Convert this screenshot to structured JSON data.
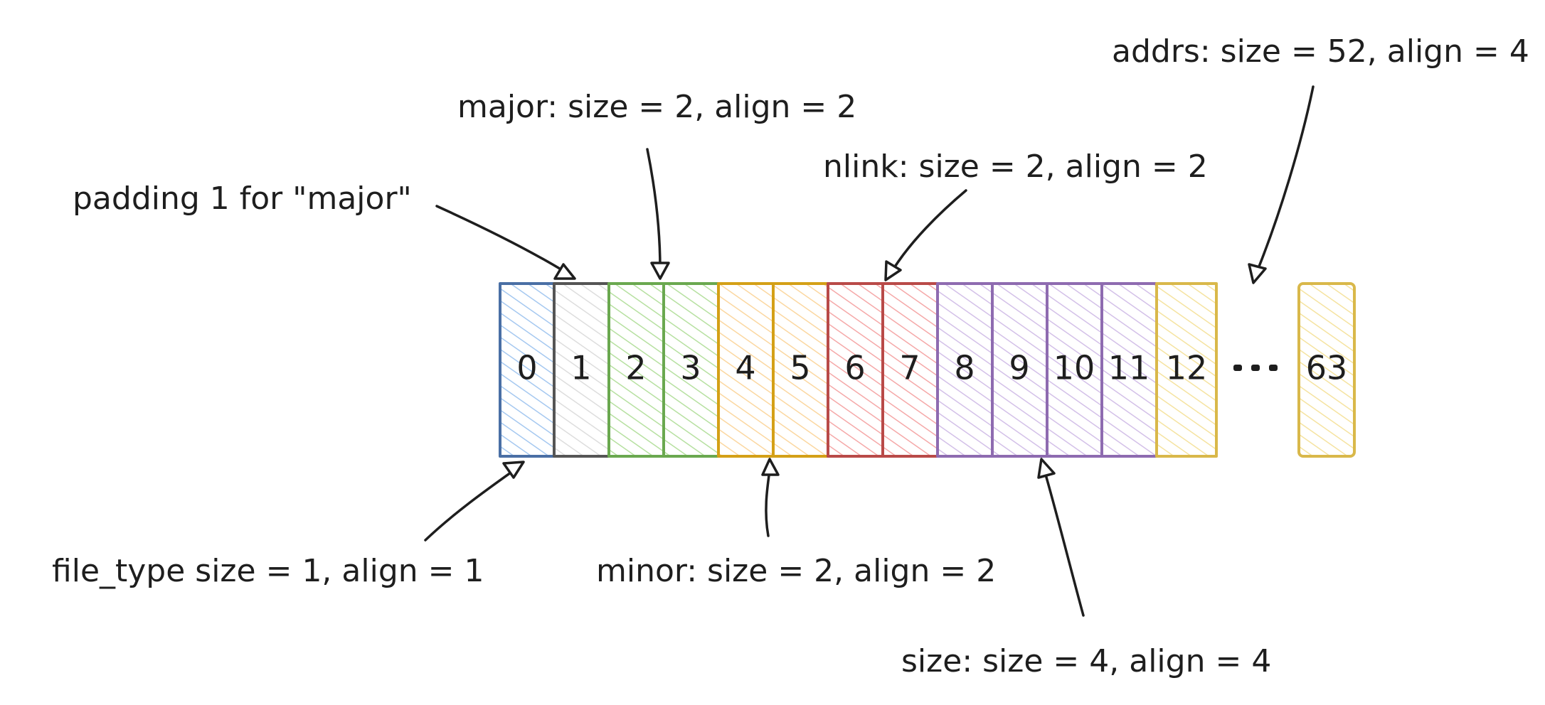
{
  "fields": [
    {
      "key": "file_type",
      "label": "file_type size = 1, align = 1",
      "stroke": "#4a6fa5",
      "fill": "#a5c8f0",
      "cells": [
        0
      ]
    },
    {
      "key": "padding",
      "label": "padding 1 for \"major\"",
      "stroke": "#555555",
      "fill": "#dddddd",
      "cells": [
        1
      ]
    },
    {
      "key": "major",
      "label": "major: size = 2, align = 2",
      "stroke": "#6aa84f",
      "fill": "#b6e0a0",
      "cells": [
        2,
        3
      ]
    },
    {
      "key": "minor",
      "label": "minor: size = 2, align = 2",
      "stroke": "#d4a017",
      "fill": "#fbd7a0",
      "cells": [
        4,
        5
      ]
    },
    {
      "key": "nlink",
      "label": "nlink: size = 2, align = 2",
      "stroke": "#b94a48",
      "fill": "#f5a8a8",
      "cells": [
        6,
        7
      ]
    },
    {
      "key": "size",
      "label": "size: size = 4, align = 4",
      "stroke": "#8e6bb0",
      "fill": "#d3c0e8",
      "cells": [
        8,
        9,
        10,
        11
      ]
    },
    {
      "key": "addrs",
      "label": "addrs: size = 52, align = 4",
      "stroke": "#d9b84a",
      "fill": "#f5e3a0",
      "cells": [
        12,
        63
      ]
    }
  ],
  "cells": [
    "0",
    "1",
    "2",
    "3",
    "4",
    "5",
    "6",
    "7",
    "8",
    "9",
    "10",
    "11",
    "12",
    "63"
  ],
  "ellipsis": "..."
}
